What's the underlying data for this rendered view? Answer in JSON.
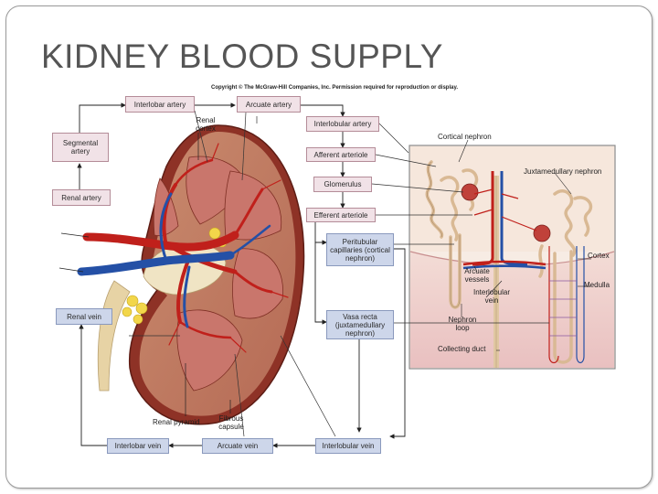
{
  "slide": {
    "title": "KIDNEY BLOOD SUPPLY",
    "copyright": "Copyright © The McGraw-Hill Companies, Inc. Permission required for reproduction or display."
  },
  "flowchart": {
    "interlobar_artery": "Interlobar artery",
    "arcuate_artery": "Arcuate artery",
    "segmental_artery": "Segmental artery",
    "renal_artery": "Renal artery",
    "interlobular_artery": "Interlobular artery",
    "afferent_arteriole": "Afferent arteriole",
    "glomerulus": "Glomerulus",
    "efferent_arteriole": "Efferent arteriole",
    "peritubular_capillaries": "Peritubular capillaries (cortical nephron)",
    "vasa_recta": "Vasa recta (juxtamedullary nephron)",
    "renal_vein": "Renal vein",
    "interlobar_vein": "Interlobar vein",
    "arcuate_vein": "Arcuate vein",
    "interlobular_vein": "Interlobular vein"
  },
  "kidney_labels": {
    "renal_cortex": "Renal cortex",
    "renal_pyramid": "Renal pyramid",
    "fibrous_capsule": "Fibrous capsule"
  },
  "nephron_labels": {
    "cortical_nephron": "Cortical nephron",
    "juxtamedullary_nephron": "Juxtamedullary nephron",
    "cortex": "Cortex",
    "medulla": "Medulla",
    "arcuate_vessels": "Arcuate vessels",
    "interlobular_vein": "Interlobular vein",
    "nephron_loop": "Nephron loop",
    "collecting_duct": "Collecting duct"
  }
}
